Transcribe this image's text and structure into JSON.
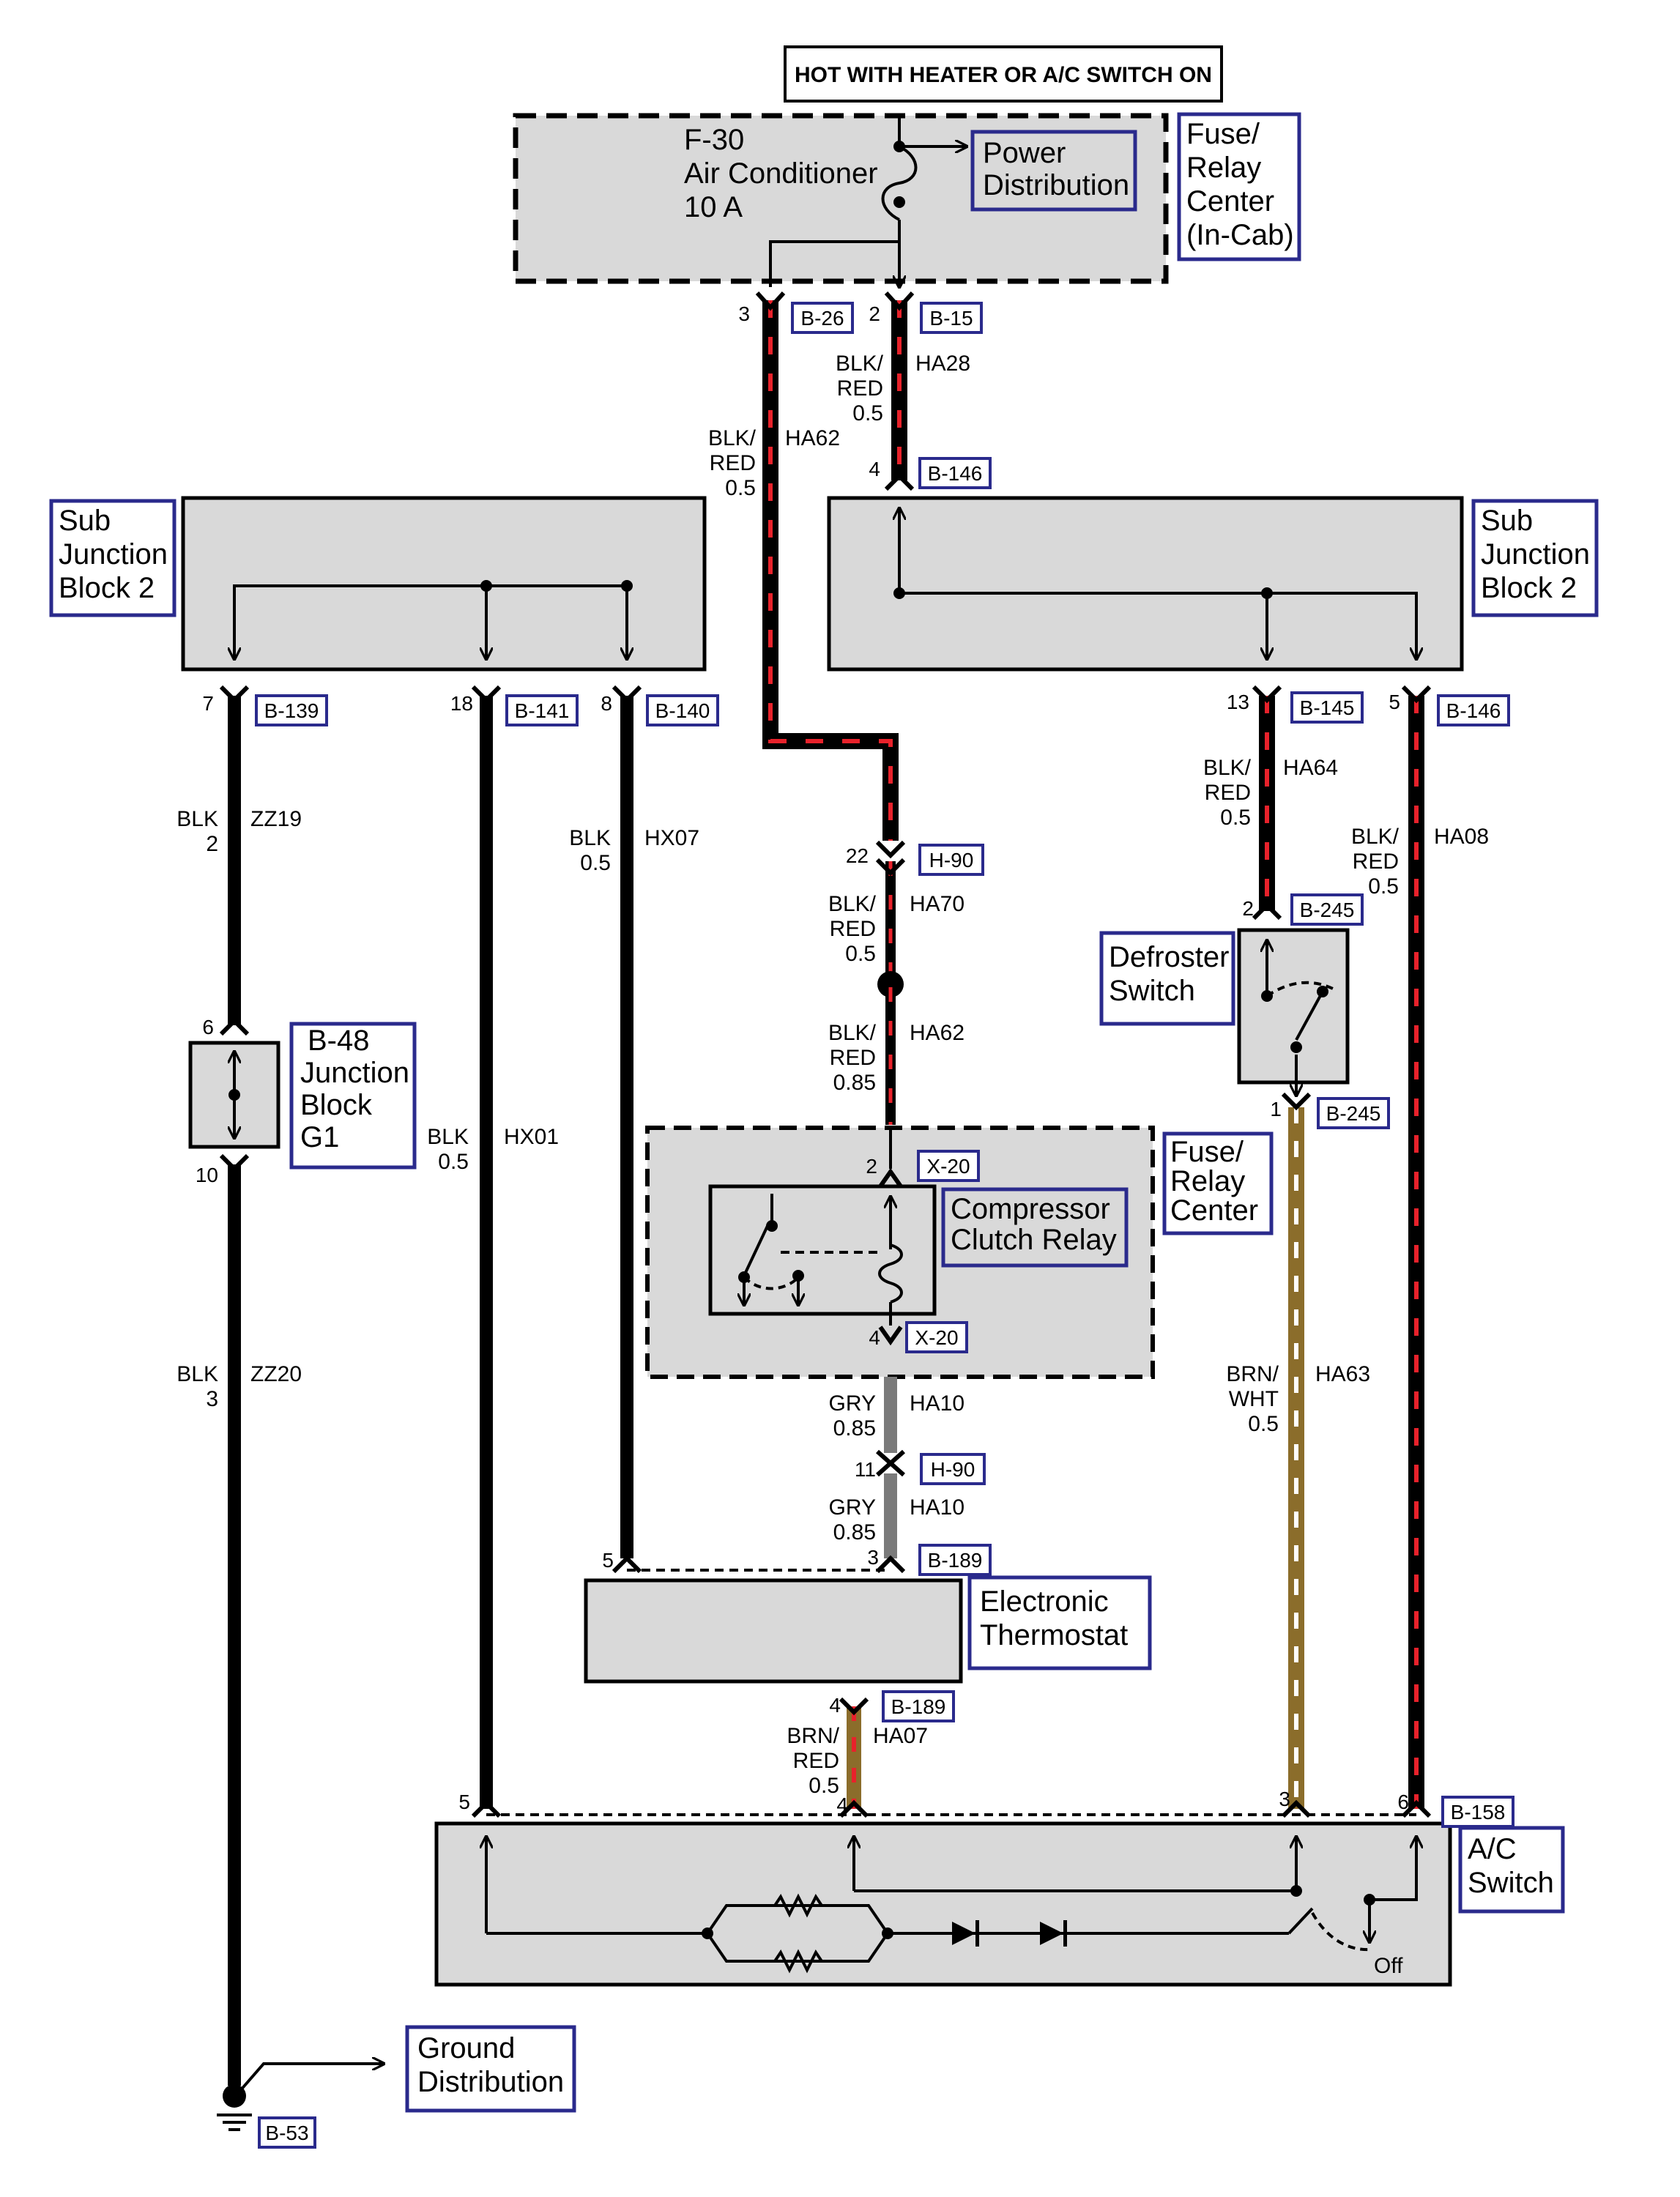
{
  "header": {
    "title": "HOT WITH HEATER OR A/C SWITCH ON"
  },
  "components": {
    "fuse": [
      "F-30",
      "Air Conditioner",
      "10 A"
    ],
    "power_distribution": [
      "Power",
      "Distribution"
    ],
    "fuse_relay_top": [
      "Fuse/",
      "Relay",
      "Center",
      "(In-Cab)"
    ],
    "sub_junction_left": [
      "Sub",
      "Junction",
      "Block 2"
    ],
    "sub_junction_right": [
      "Sub",
      "Junction",
      "Block 2"
    ],
    "junction_g1": [
      "B-48",
      "Junction",
      "Block",
      "G1"
    ],
    "defroster_switch": [
      "Defroster",
      "Switch"
    ],
    "fuse_relay_mid": [
      "Fuse/",
      "Relay",
      "Center"
    ],
    "compressor_relay": [
      "Compressor",
      "Clutch Relay"
    ],
    "electronic_thermostat": [
      "Electronic",
      "Thermostat"
    ],
    "ac_switch": [
      "A/C",
      "Switch"
    ],
    "ac_switch_off": "Off",
    "ground_distribution": [
      "Ground",
      "Distribution"
    ]
  },
  "connectors": {
    "b26": "B-26",
    "b15": "B-15",
    "b146a": "B-146",
    "b139": "B-139",
    "b141": "B-141",
    "b140": "B-140",
    "b145": "B-145",
    "b146b": "B-146",
    "h90a": "H-90",
    "b245a": "B-245",
    "b245b": "B-245",
    "x20a": "X-20",
    "x20b": "X-20",
    "h90b": "H-90",
    "b189a": "B-189",
    "b189b": "B-189",
    "b158": "B-158",
    "b53": "B-53"
  },
  "pins": {
    "p3": "3",
    "p2": "2",
    "p4a": "4",
    "p7": "7",
    "p18": "18",
    "p8": "8",
    "p13": "13",
    "p5a": "5",
    "p22": "22",
    "p6": "6",
    "p10": "10",
    "p2b": "2",
    "p1": "1",
    "p2c": "2",
    "p4b": "4",
    "p11": "11",
    "p5b": "5",
    "p3b": "3",
    "p4c": "4",
    "p5c": "5",
    "p4d": "4",
    "p3c": "3",
    "p6b": "6"
  },
  "wires": {
    "ha62a": {
      "color": [
        "BLK/",
        "RED",
        "0.5"
      ],
      "circuit": "HA62"
    },
    "ha28": {
      "color": [
        "BLK/",
        "RED",
        "0.5"
      ],
      "circuit": "HA28"
    },
    "zz19": {
      "color": [
        "BLK",
        "2"
      ],
      "circuit": "ZZ19"
    },
    "hx07": {
      "color": [
        "BLK",
        "0.5"
      ],
      "circuit": "HX07"
    },
    "ha64": {
      "color": [
        "BLK/",
        "RED",
        "0.5"
      ],
      "circuit": "HA64"
    },
    "ha08": {
      "color": [
        "BLK/",
        "RED",
        "0.5"
      ],
      "circuit": "HA08"
    },
    "ha70": {
      "color": [
        "BLK/",
        "RED",
        "0.5"
      ],
      "circuit": "HA70"
    },
    "ha62b": {
      "color": [
        "BLK/",
        "RED",
        "0.85"
      ],
      "circuit": "HA62"
    },
    "hx01": {
      "color": [
        "BLK",
        "0.5"
      ],
      "circuit": "HX01"
    },
    "zz20": {
      "color": [
        "BLK",
        "3"
      ],
      "circuit": "ZZ20"
    },
    "ha10a": {
      "color": [
        "GRY",
        "0.85"
      ],
      "circuit": "HA10"
    },
    "ha10b": {
      "color": [
        "GRY",
        "0.85"
      ],
      "circuit": "HA10"
    },
    "ha63": {
      "color": [
        "BRN/",
        "WHT",
        "0.5"
      ],
      "circuit": "HA63"
    },
    "ha07": {
      "color": [
        "BRN/",
        "RED",
        "0.5"
      ],
      "circuit": "HA07"
    }
  },
  "colors": {
    "black_wire": "#000000",
    "red_stripe": "#e8222b",
    "gray_wire": "#7a7a7a",
    "brown_wire": "#8b6d2b",
    "white_stripe": "#ffffff",
    "component_fill": "#d9d9d9",
    "label_border": "#2a2a8c"
  }
}
